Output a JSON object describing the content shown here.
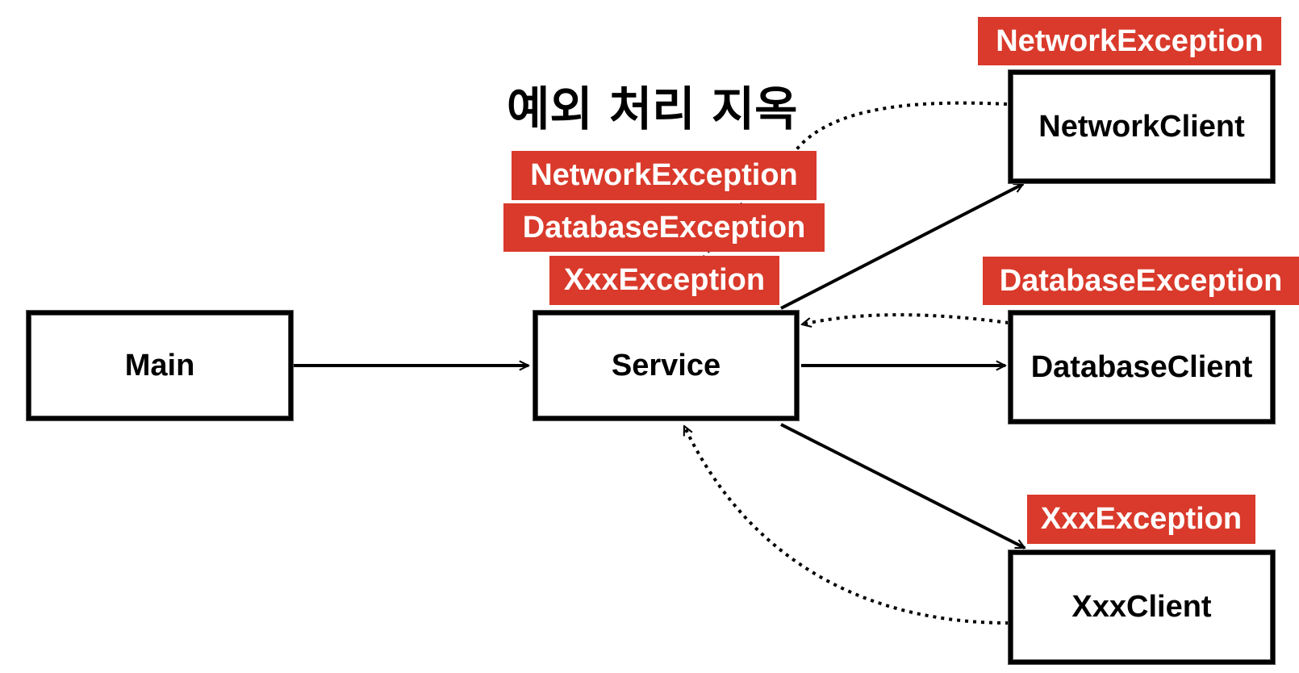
{
  "title": "예외 처리 지옥",
  "nodes": {
    "main": "Main",
    "service": "Service",
    "network_client": "NetworkClient",
    "database_client": "DatabaseClient",
    "xxx_client": "XxxClient"
  },
  "exception_labels": {
    "service_network": "NetworkException",
    "service_database": "DatabaseException",
    "service_xxx": "XxxException",
    "network": "NetworkException",
    "database": "DatabaseException",
    "xxx": "XxxException"
  },
  "colors": {
    "exception_bg": "#d93a2b",
    "exception_text": "#ffffff",
    "box_border": "#000000"
  }
}
